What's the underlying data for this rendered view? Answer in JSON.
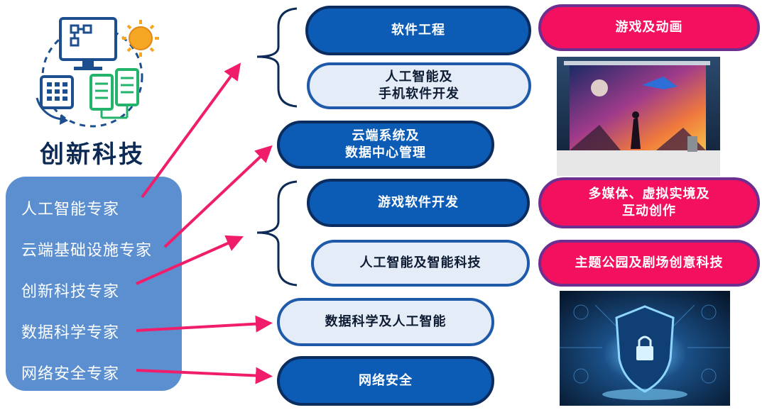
{
  "brand": {
    "title": "创新科技",
    "icon": "tech-innovation-icon"
  },
  "experts": {
    "items": [
      "人工智能专家",
      "云端基础设施专家",
      "创新科技专家",
      "数据科学专家",
      "网络安全专家"
    ]
  },
  "courses": {
    "software_engineering": "软件工程",
    "ai_mobile_line1": "人工智能及",
    "ai_mobile_line2": "手机软件开发",
    "cloud_line1": "云端系统及",
    "cloud_line2": "数据中心管理",
    "game_software": "游戏软件开发",
    "ai_smart_tech": "人工智能及智能科技",
    "data_science_ai": "数据科学及人工智能",
    "cybersecurity": "网络安全"
  },
  "applications": {
    "games_animation": "游戏及动画",
    "multimedia_line1": "多媒体、虚拟实境及",
    "multimedia_line2": "互动创作",
    "theme_park": "主题公园及剧场创意科技"
  },
  "colors": {
    "panel_blue": "#5b8fcf",
    "pill_dark": "#0c5cb5",
    "pill_light": "#e4ecf8",
    "pill_pink": "#f2105f",
    "arrow_pink": "#f01e6a",
    "brand_navy": "#0d2a55"
  }
}
